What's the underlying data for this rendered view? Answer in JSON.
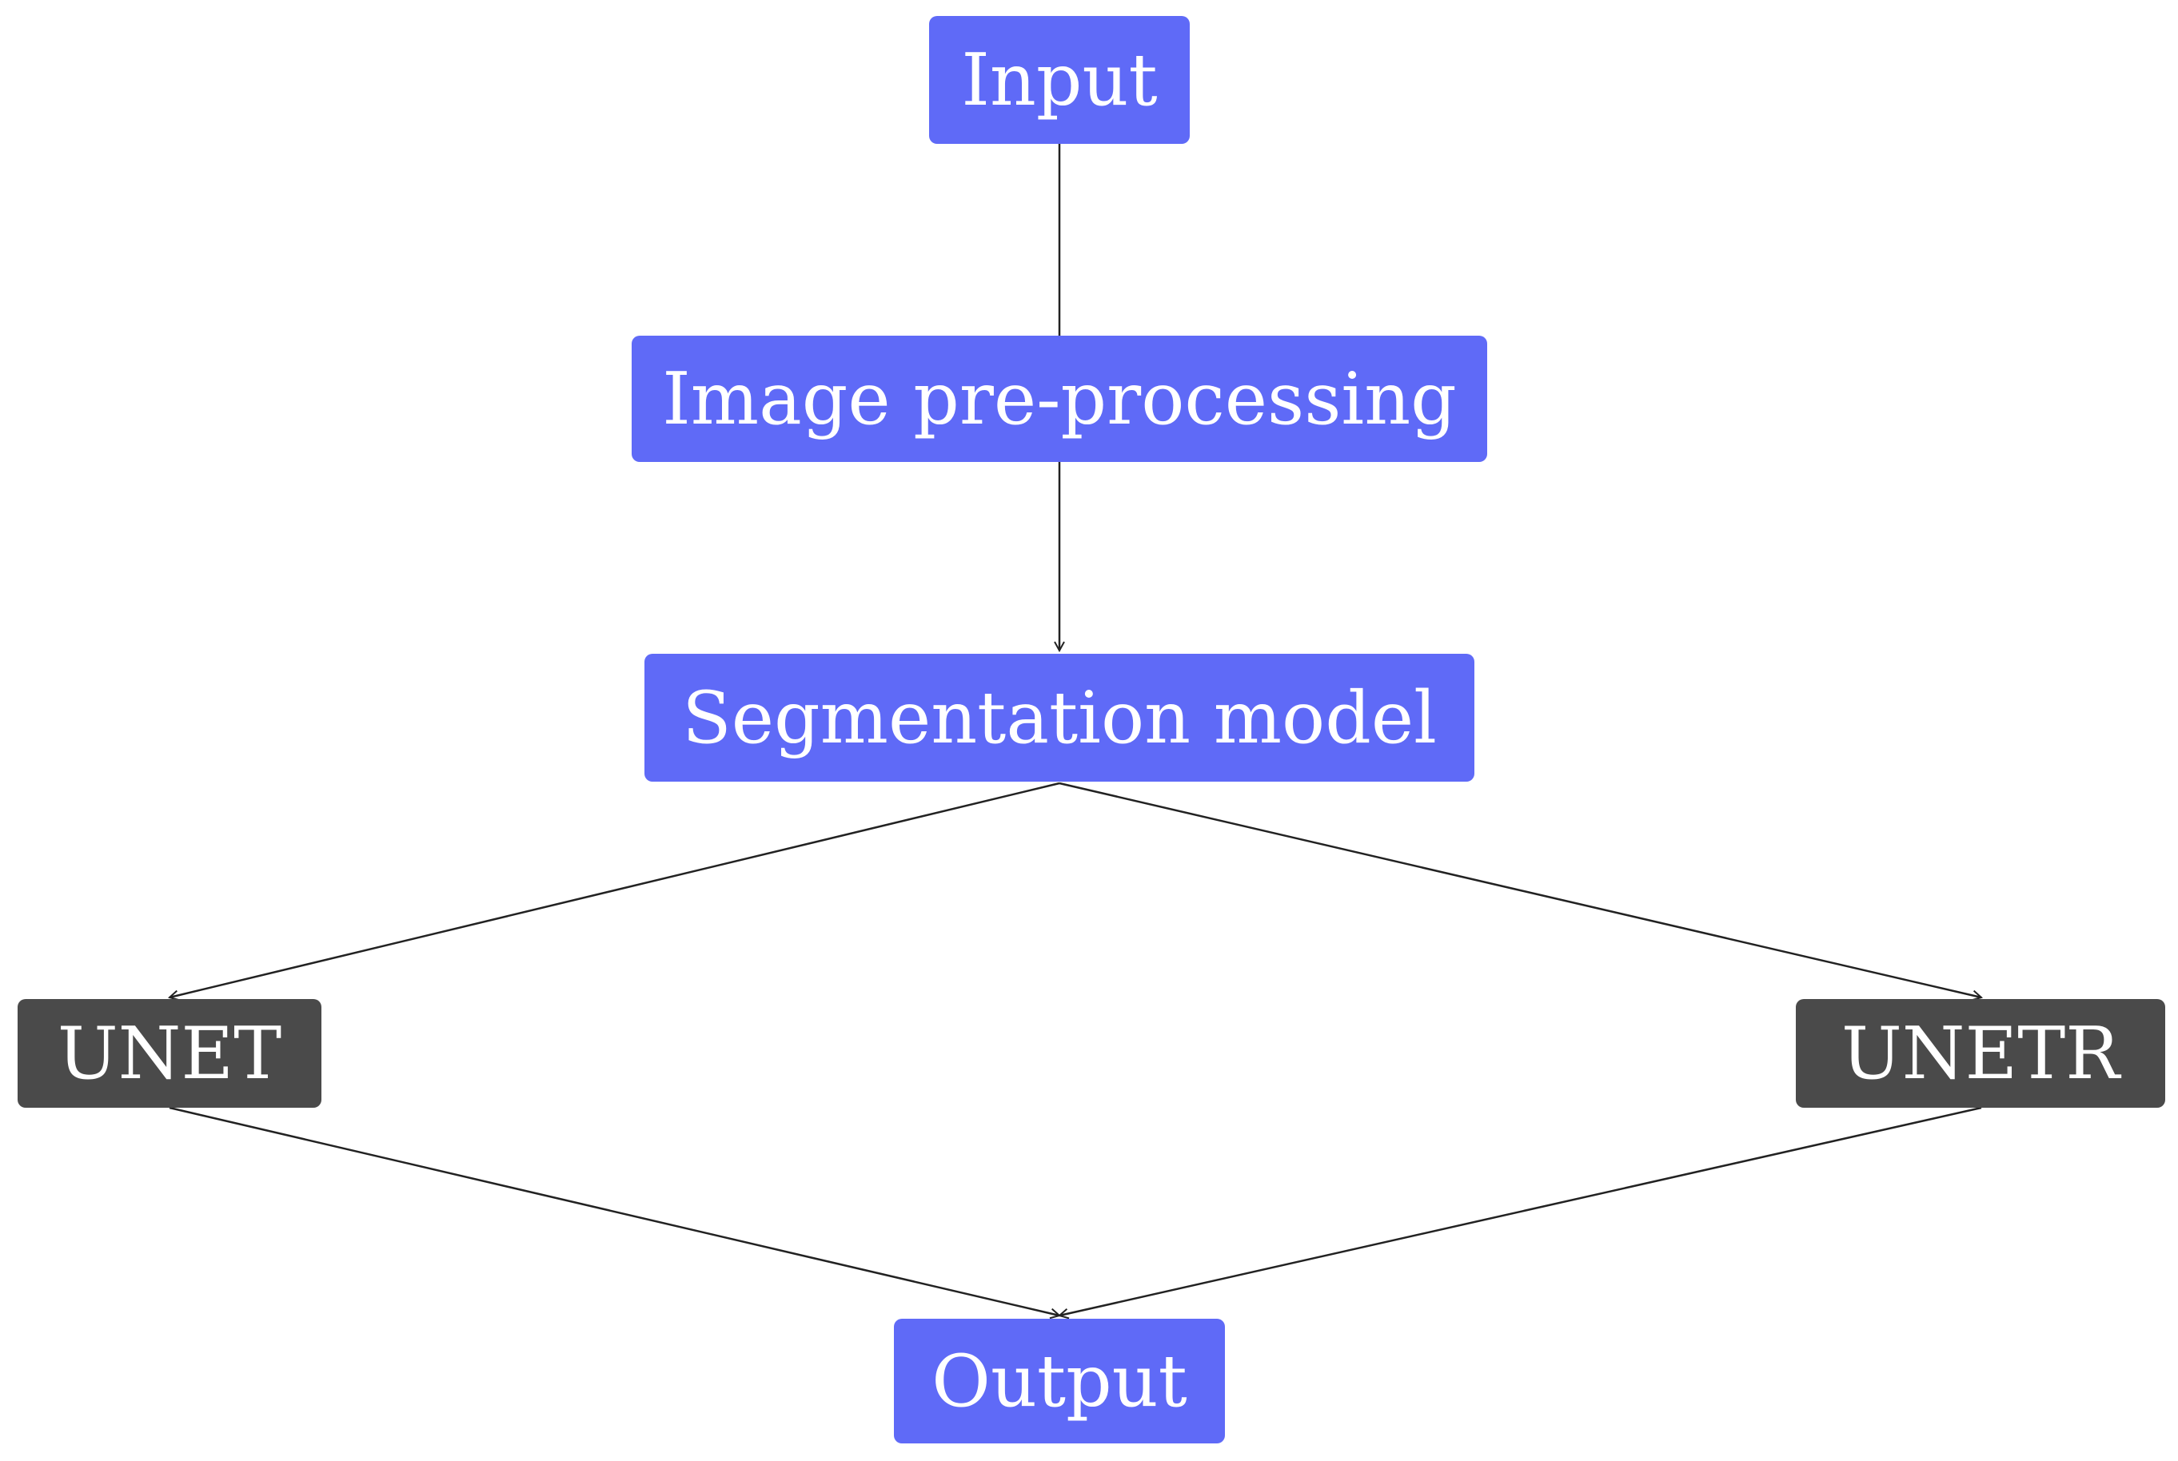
{
  "diagram": {
    "nodes": {
      "input": "Input",
      "preprocessing": "Image pre-processing",
      "segmentation": "Segmentation model",
      "unet": "UNET",
      "unetr": "UNETR",
      "output": "Output"
    },
    "edges": [
      {
        "from": "input",
        "to": "preprocessing",
        "arrow": false
      },
      {
        "from": "preprocessing",
        "to": "segmentation",
        "arrow": true
      },
      {
        "from": "segmentation",
        "to": "unet",
        "arrow": true
      },
      {
        "from": "segmentation",
        "to": "unetr",
        "arrow": true
      },
      {
        "from": "unet",
        "to": "output",
        "arrow": true
      },
      {
        "from": "unetr",
        "to": "output",
        "arrow": true
      }
    ],
    "colors": {
      "process_node": "#5f6af7",
      "model_node": "#4a4a4a",
      "text": "#ffffff",
      "edge": "#222222"
    }
  }
}
